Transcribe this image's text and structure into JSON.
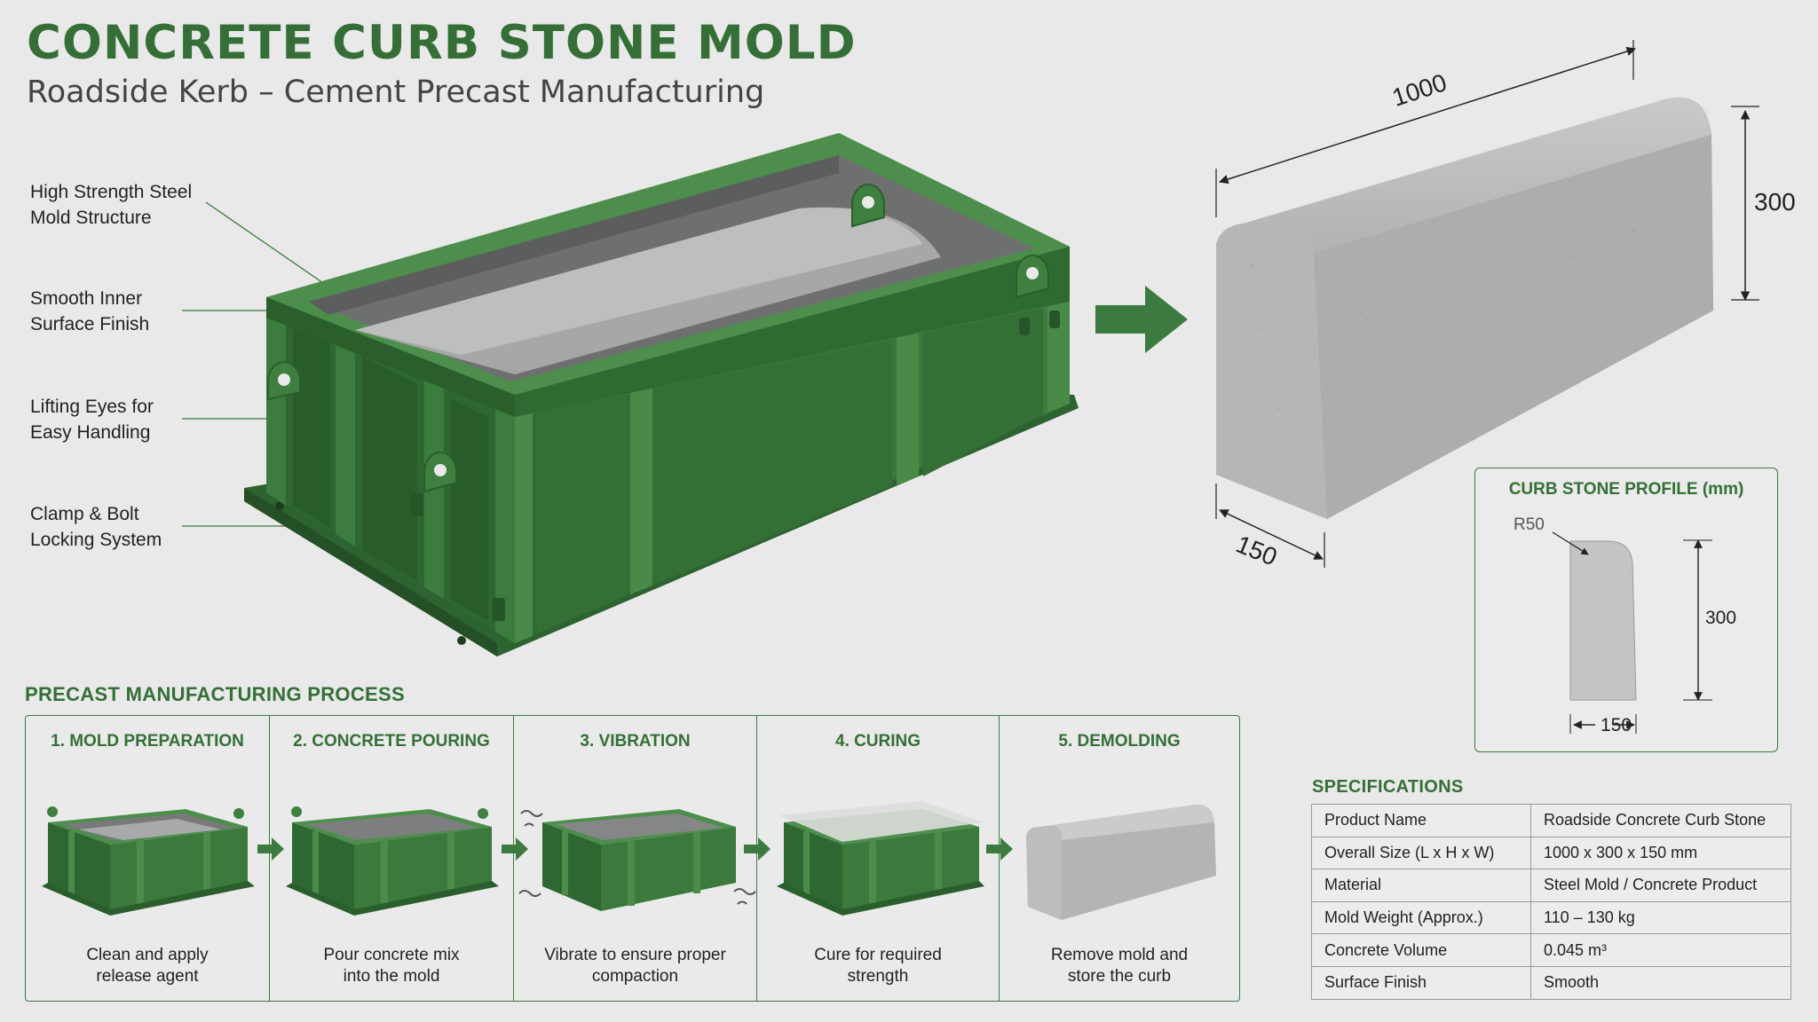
{
  "header": {
    "title": "CONCRETE CURB STONE MOLD",
    "subtitle": "Roadside Kerb – Cement Precast Manufacturing"
  },
  "callouts": [
    {
      "line1": "High Strength Steel",
      "line2": "Mold Structure"
    },
    {
      "line1": "Smooth Inner",
      "line2": "Surface Finish"
    },
    {
      "line1": "Lifting Eyes for",
      "line2": "Easy Handling"
    },
    {
      "line1": "Clamp & Bolt",
      "line2": "Locking System"
    }
  ],
  "curb_dimensions": {
    "length": "1000",
    "height": "300",
    "width": "150"
  },
  "profile": {
    "title": "CURB STONE PROFILE (mm)",
    "radius_label": "R50",
    "height": "300",
    "width": "150"
  },
  "process": {
    "heading": "PRECAST MANUFACTURING PROCESS",
    "steps": [
      {
        "title": "1. MOLD PREPARATION",
        "desc1": "Clean and apply",
        "desc2": "release agent"
      },
      {
        "title": "2. CONCRETE POURING",
        "desc1": "Pour concrete mix",
        "desc2": "into the mold"
      },
      {
        "title": "3. VIBRATION",
        "desc1": "Vibrate to ensure proper",
        "desc2": "compaction"
      },
      {
        "title": "4. CURING",
        "desc1": "Cure for required",
        "desc2": "strength"
      },
      {
        "title": "5. DEMOLDING",
        "desc1": "Remove mold and",
        "desc2": "store the curb"
      }
    ]
  },
  "specifications": {
    "heading": "SPECIFICATIONS",
    "rows": [
      {
        "key": "Product Name",
        "value": "Roadside Concrete Curb Stone"
      },
      {
        "key": "Overall Size (L x H x W)",
        "value": "1000 x 300 x 150 mm"
      },
      {
        "key": "Material",
        "value": "Steel Mold / Concrete Product"
      },
      {
        "key": "Mold Weight (Approx.)",
        "value": "110 – 130 kg"
      },
      {
        "key": "Concrete Volume",
        "value": "0.045 m³"
      },
      {
        "key": "Surface Finish",
        "value": "Smooth"
      }
    ]
  },
  "colors": {
    "brand_green": "#356f37",
    "mold_green": "#3b7a3c",
    "concrete_grey": "#b9b9b7",
    "background": "#e8e9e8"
  }
}
